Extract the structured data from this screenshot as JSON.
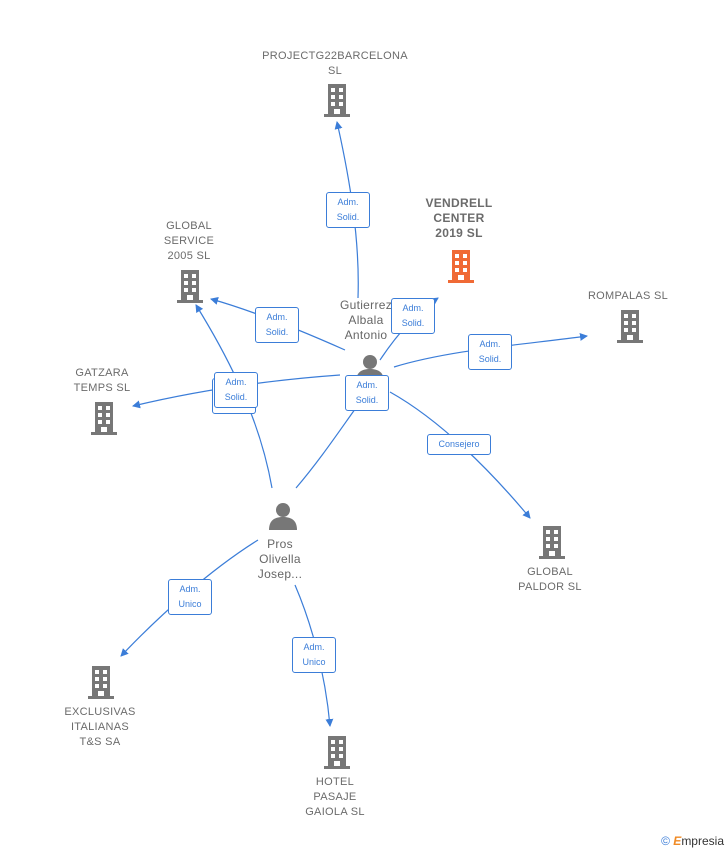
{
  "nodes": {
    "projectg22": {
      "label_1": "PROJECTG22BARCELONA",
      "label_2": "SL"
    },
    "vendrell": {
      "label_1": "VENDRELL",
      "label_2": "CENTER",
      "label_3": "2019  SL"
    },
    "global_service": {
      "label_1": "GLOBAL",
      "label_2": "SERVICE",
      "label_3": "2005  SL"
    },
    "rompalas": {
      "label_1": "ROMPALAS  SL"
    },
    "gatzara": {
      "label_1": "GATZARA",
      "label_2": "TEMPS  SL"
    },
    "global_paldor": {
      "label_1": "GLOBAL",
      "label_2": "PALDOR  SL"
    },
    "exclusivas": {
      "label_1": "EXCLUSIVAS",
      "label_2": "ITALIANAS",
      "label_3": "T&S SA"
    },
    "hotel": {
      "label_1": "HOTEL",
      "label_2": "PASAJE",
      "label_3": "GAIOLA SL"
    },
    "gutierrez": {
      "label_1": "Gutierrez",
      "label_2": "Albala",
      "label_3": "Antonio"
    },
    "pros": {
      "label_1": "Pros",
      "label_2": "Olivella",
      "label_3": "Josep..."
    }
  },
  "edges": {
    "adm_solid": "Adm.\nSolid.",
    "adm_unico": "Adm.\nUnico",
    "consejero": "Consejero"
  },
  "colors": {
    "edge": "#3b7dd8",
    "building": "#777777",
    "building_main": "#f06a35",
    "person": "#777777"
  },
  "brand": {
    "copyright": "©",
    "name_first": "E",
    "name_rest": "mpresia"
  }
}
